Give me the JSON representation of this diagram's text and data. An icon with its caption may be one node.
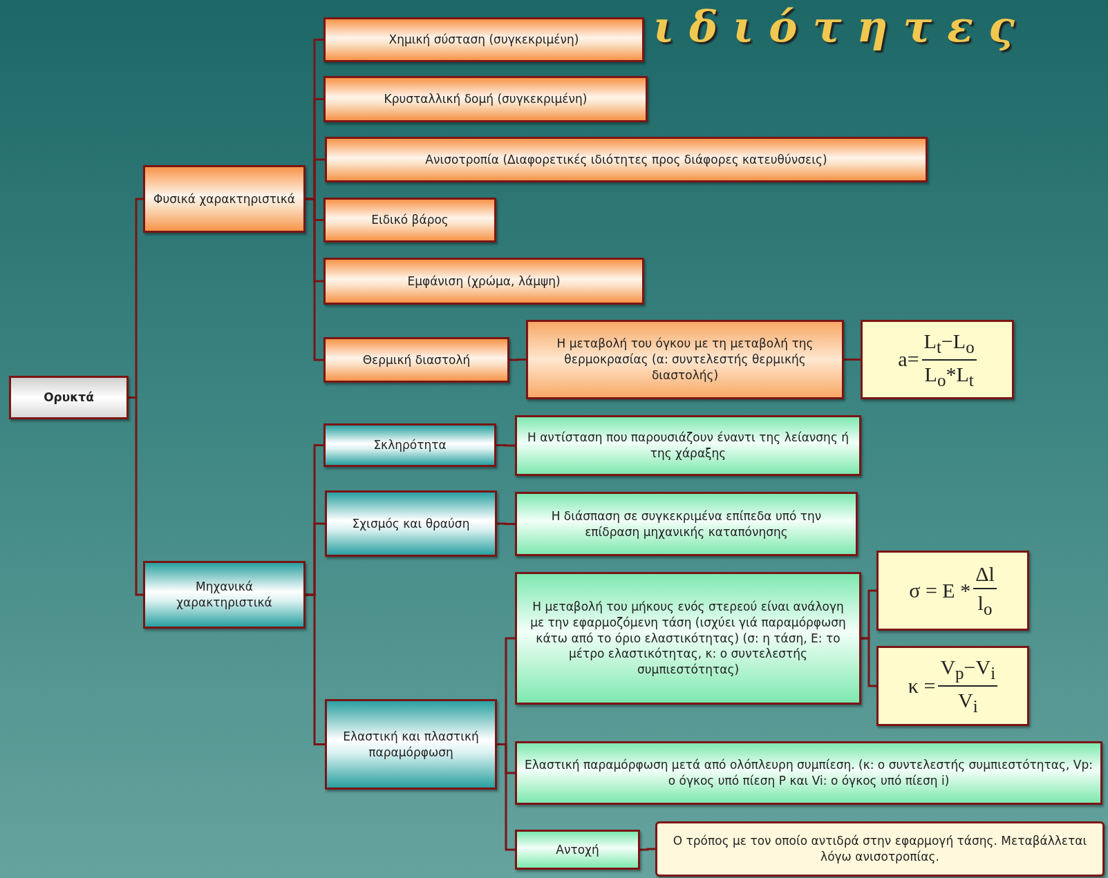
{
  "diagram": {
    "title": "ιδιότητες",
    "nodes": [
      {
        "text": [
          "Ορυκτά"
        ]
      },
      {
        "text": [
          "Φυσικά χαρακτηριστικά"
        ]
      },
      {
        "text": [
          "Χημική σύσταση (συγκεκριμένη)"
        ]
      },
      {
        "text": [
          "Κρυσταλλική δομή (συγκεκριμένη)"
        ]
      },
      {
        "text": [
          "Ανισοτροπία (Διαφορετικές ιδιότητες προς διάφορες κατευθύνσεις)"
        ]
      },
      {
        "text": [
          "Ειδικό βάρος"
        ]
      },
      {
        "text": [
          "Εμφάνιση (χρώμα, λάμψη)"
        ]
      },
      {
        "text": [
          "Θερμική διαστολή"
        ]
      },
      {
        "text": [
          "Η μεταβολή του όγκου με τη μεταβολή της θερμοκρασίας (α: συντελεστής θερμικής διαστολής)"
        ]
      },
      {
        "text": [
          "a=",
          "L$_{t}$−L$_{o}$",
          "L$_{o}$*L$_{t}$"
        ]
      },
      {
        "text": [
          "Μηχανικά χαρακτηριστικά"
        ]
      },
      {
        "text": [
          "Σκληρότητα"
        ]
      },
      {
        "text": [
          "Η αντίσταση που παρουσιάζουν έναντι της λείανσης ή της χάραξης"
        ]
      },
      {
        "text": [
          "Σχισμός και θραύση"
        ]
      },
      {
        "text": [
          "Η διάσπαση σε συγκεκριμένα επίπεδα υπό την επίδραση μηχανικής καταπόνησης"
        ]
      },
      {
        "text": [
          "Ελαστική και πλαστική παραμόρφωση"
        ]
      },
      {
        "text": [
          "Η μεταβολή του μήκους ενός στερεού είναι ανάλογη με την εφαρμοζόμενη τάση (ισχύει γιά παραμόρφωση κάτω από το όριο ελαστικότητας) (σ: η τάση, Ε: το μέτρο ελαστικότητας, κ: ο συντελεστής συμπιεστότητας)"
        ]
      },
      {
        "text": [
          "σ = E *",
          "Δl",
          "l$_{o}$"
        ]
      },
      {
        "text": [
          "κ =",
          "V$_{p}$−V$_{i}$",
          "V$_{i}$"
        ]
      },
      {
        "text": [
          "Ελαστική παραμόρφωση μετά από ολόπλευρη συμπίεση. (κ: ο συντελεστής συμπιεστότητας, Vp: ο όγκος υπό πίεση P και Vi: ο όγκος υπό πίεση i)"
        ]
      },
      {
        "text": [
          "Αντοχή"
        ]
      },
      {
        "text": [
          "Ο τρόπος με τον οποίο αντιδρά στην εφαρμογή τάσης. Μεταβάλλεται λόγω ανισοτροπίας."
        ]
      }
    ],
    "edges": [
      {
        "from": 0,
        "to": 1,
        "arrow": "none"
      },
      {
        "from": 0,
        "to": 10,
        "arrow": "none"
      },
      {
        "from": 1,
        "to": 2,
        "arrow": "none"
      },
      {
        "from": 1,
        "to": 3,
        "arrow": "none"
      },
      {
        "from": 1,
        "to": 4,
        "arrow": "none"
      },
      {
        "from": 1,
        "to": 5,
        "arrow": "none"
      },
      {
        "from": 1,
        "to": 6,
        "arrow": "none"
      },
      {
        "from": 1,
        "to": 7,
        "arrow": "none"
      },
      {
        "from": 7,
        "to": 8,
        "arrow": "none"
      },
      {
        "from": 8,
        "to": 9,
        "arrow": "none"
      },
      {
        "from": 10,
        "to": 11,
        "arrow": "none"
      },
      {
        "from": 10,
        "to": 13,
        "arrow": "none"
      },
      {
        "from": 10,
        "to": 15,
        "arrow": "none"
      },
      {
        "from": 11,
        "to": 12,
        "arrow": "none"
      },
      {
        "from": 13,
        "to": 14,
        "arrow": "none"
      },
      {
        "from": 15,
        "to": 16,
        "arrow": "none"
      },
      {
        "from": 15,
        "to": 19,
        "arrow": "none"
      },
      {
        "from": 15,
        "to": 20,
        "arrow": "none"
      },
      {
        "from": 16,
        "to": 17,
        "arrow": "none"
      },
      {
        "from": 16,
        "to": 18,
        "arrow": "none"
      },
      {
        "from": 20,
        "to": 21,
        "arrow": "none"
      }
    ]
  }
}
